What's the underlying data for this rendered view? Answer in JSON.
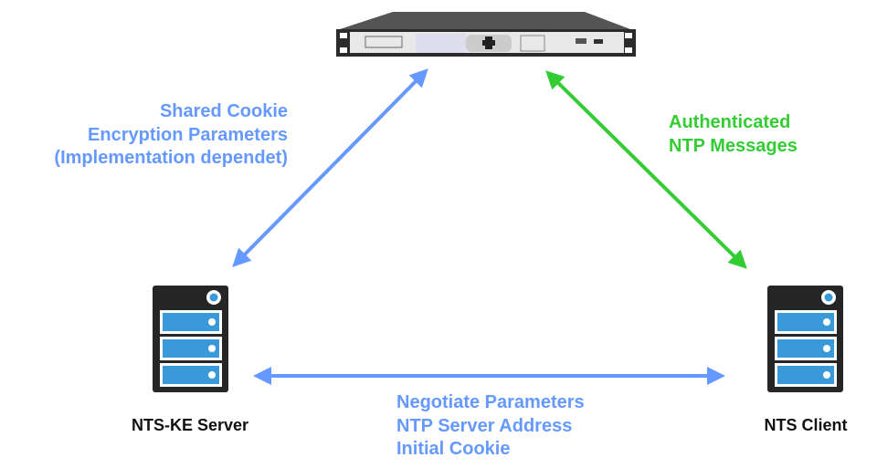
{
  "colors": {
    "blue": "#6699ff",
    "green": "#33cc33",
    "server_body": "#262626",
    "server_slot": "#3a9ad9"
  },
  "nodes": {
    "time_server": {
      "icon": "rack-time-server-icon"
    },
    "nts_ke_server": {
      "label": "NTS-KE Server",
      "icon": "server-icon"
    },
    "nts_client": {
      "label": "NTS Client",
      "icon": "server-icon"
    }
  },
  "edges": {
    "ke_to_time_server": {
      "lines": [
        "Shared Cookie",
        "Encryption Parameters",
        "(Implementation dependet)"
      ]
    },
    "client_to_time_server": {
      "lines": [
        "Authenticated",
        "NTP Messages"
      ]
    },
    "ke_to_client": {
      "lines": [
        "Negotiate Parameters",
        "NTP Server Address",
        "Initial Cookie"
      ]
    }
  }
}
